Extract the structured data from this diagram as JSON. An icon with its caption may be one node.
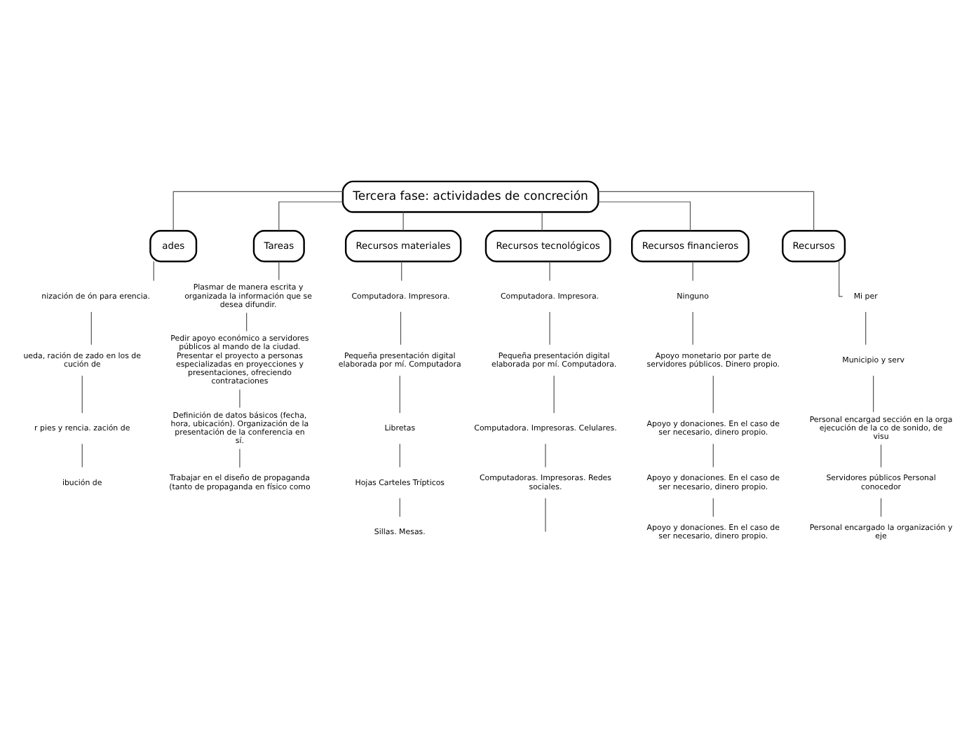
{
  "diagram": {
    "nodes": [
      {
        "text": [
          "Tercera fase: actividades de concreción"
        ]
      },
      {
        "text": [
          "ades"
        ]
      },
      {
        "text": [
          "Tareas"
        ]
      },
      {
        "text": [
          "Recursos materiales"
        ]
      },
      {
        "text": [
          "Recursos tecnológicos"
        ]
      },
      {
        "text": [
          "Recursos financieros"
        ]
      },
      {
        "text": [
          "Recursos"
        ]
      },
      {
        "text": [
          "nización de ón para erencia."
        ]
      },
      {
        "text": [
          "ueda, ración de zado en los de cución de"
        ]
      },
      {
        "text": [
          "r pies y rencia. zación de"
        ]
      },
      {
        "text": [
          "ibución de"
        ]
      },
      {
        "text": [
          "Plasmar de manera escrita y organizada la información que se desea difundir."
        ]
      },
      {
        "text": [
          "Pedir apoyo económico a servidores públicos al mando de la ciudad. Presentar el proyecto a personas especializadas en proyecciones y presentaciones, ofreciendo contrataciones"
        ]
      },
      {
        "text": [
          "Definición de datos básicos (fecha, hora, ubicación). Organización de la presentación de la conferencia en sí."
        ]
      },
      {
        "text": [
          "Trabajar en el diseño de propaganda (tanto de propaganda en físico como"
        ]
      },
      {
        "text": [
          "Computadora. Impresora."
        ]
      },
      {
        "text": [
          "Pequeña presentación digital elaborada por mí. Computadora"
        ]
      },
      {
        "text": [
          "Libretas"
        ]
      },
      {
        "text": [
          "Hojas Carteles Trípticos"
        ]
      },
      {
        "text": [
          "Sillas. Mesas."
        ]
      },
      {
        "text": [
          "Computadora. Impresora."
        ]
      },
      {
        "text": [
          "Pequeña presentación digital elaborada por mí. Computadora."
        ]
      },
      {
        "text": [
          "Computadora. Impresoras. Celulares."
        ]
      },
      {
        "text": [
          "Computadoras. Impresoras. Redes sociales."
        ]
      },
      {
        "text": [
          "Ninguno"
        ]
      },
      {
        "text": [
          "Apoyo monetario por parte de servidores públicos. Dinero propio."
        ]
      },
      {
        "text": [
          "Apoyo y donaciones. En el caso de ser necesario, dinero propio."
        ]
      },
      {
        "text": [
          "Apoyo y donaciones. En el caso de ser necesario, dinero propio."
        ]
      },
      {
        "text": [
          "Apoyo y donaciones. En el caso de ser necesario, dinero propio."
        ]
      },
      {
        "text": [
          "Mi per"
        ]
      },
      {
        "text": [
          "Municipio y serv"
        ]
      },
      {
        "text": [
          "Personal encargad sección en la orga ejecución de la co de sonido, de visu"
        ]
      },
      {
        "text": [
          "Servidores públicos Personal conocedor"
        ]
      },
      {
        "text": [
          "Personal encargado la organización y eje"
        ]
      }
    ],
    "edges": [
      {
        "from": 0,
        "to": 1,
        "arrow": "none"
      },
      {
        "from": 0,
        "to": 2,
        "arrow": "none"
      },
      {
        "from": 0,
        "to": 3,
        "arrow": "none"
      },
      {
        "from": 0,
        "to": 4,
        "arrow": "none"
      },
      {
        "from": 0,
        "to": 5,
        "arrow": "none"
      },
      {
        "from": 0,
        "to": 6,
        "arrow": "none"
      },
      {
        "from": 1,
        "to": 7,
        "arrow": "none"
      },
      {
        "from": 7,
        "to": 8,
        "arrow": "none"
      },
      {
        "from": 8,
        "to": 9,
        "arrow": "none"
      },
      {
        "from": 9,
        "to": 10,
        "arrow": "none"
      },
      {
        "from": 2,
        "to": 11,
        "arrow": "none"
      },
      {
        "from": 11,
        "to": 12,
        "arrow": "none"
      },
      {
        "from": 12,
        "to": 13,
        "arrow": "none"
      },
      {
        "from": 13,
        "to": 14,
        "arrow": "none"
      },
      {
        "from": 3,
        "to": 15,
        "arrow": "none"
      },
      {
        "from": 15,
        "to": 16,
        "arrow": "none"
      },
      {
        "from": 16,
        "to": 17,
        "arrow": "none"
      },
      {
        "from": 17,
        "to": 18,
        "arrow": "none"
      },
      {
        "from": 18,
        "to": 19,
        "arrow": "none"
      },
      {
        "from": 4,
        "to": 20,
        "arrow": "none"
      },
      {
        "from": 20,
        "to": 21,
        "arrow": "none"
      },
      {
        "from": 21,
        "to": 22,
        "arrow": "none"
      },
      {
        "from": 22,
        "to": 23,
        "arrow": "none"
      },
      {
        "from": 23,
        "to": null,
        "arrow": "none"
      },
      {
        "from": 5,
        "to": 24,
        "arrow": "none"
      },
      {
        "from": 24,
        "to": 25,
        "arrow": "none"
      },
      {
        "from": 25,
        "to": 26,
        "arrow": "none"
      },
      {
        "from": 26,
        "to": 27,
        "arrow": "none"
      },
      {
        "from": 27,
        "to": 28,
        "arrow": "none"
      },
      {
        "from": 6,
        "to": 29,
        "arrow": "none"
      },
      {
        "from": 29,
        "to": 30,
        "arrow": "none"
      },
      {
        "from": 30,
        "to": 31,
        "arrow": "none"
      },
      {
        "from": 31,
        "to": 32,
        "arrow": "none"
      },
      {
        "from": 32,
        "to": 33,
        "arrow": "none"
      }
    ]
  }
}
